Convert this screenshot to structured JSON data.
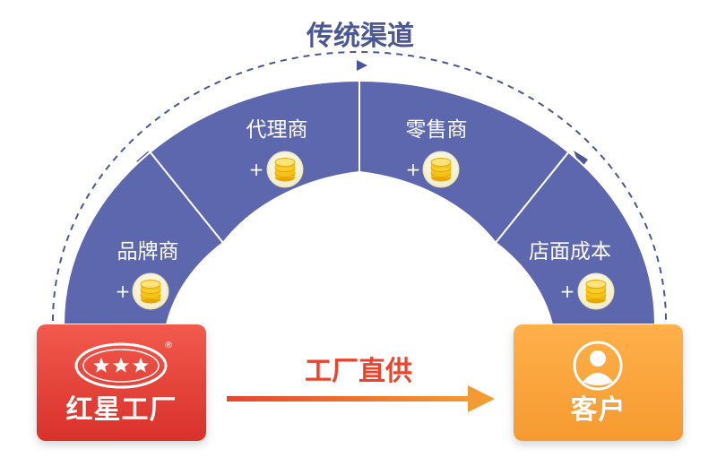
{
  "header": {
    "title": "传统渠道",
    "title_color": "#4a5696"
  },
  "arc": {
    "color": "#5c67ad",
    "segments": [
      {
        "label": "品牌商",
        "cost_symbol": "+"
      },
      {
        "label": "代理商",
        "cost_symbol": "+"
      },
      {
        "label": "零售商",
        "cost_symbol": "+"
      },
      {
        "label": "店面成本",
        "cost_symbol": "+"
      }
    ]
  },
  "factory": {
    "name": "红星工厂",
    "logo_registered": "®",
    "color": "#e23d33"
  },
  "customer": {
    "name": "客户",
    "color": "#f6a033"
  },
  "direct": {
    "label": "工厂直供",
    "color": "#e8452f"
  },
  "icons": {
    "coin": "coin-stack-icon",
    "user": "user-avatar-icon",
    "logo": "three-star-logo-icon"
  }
}
